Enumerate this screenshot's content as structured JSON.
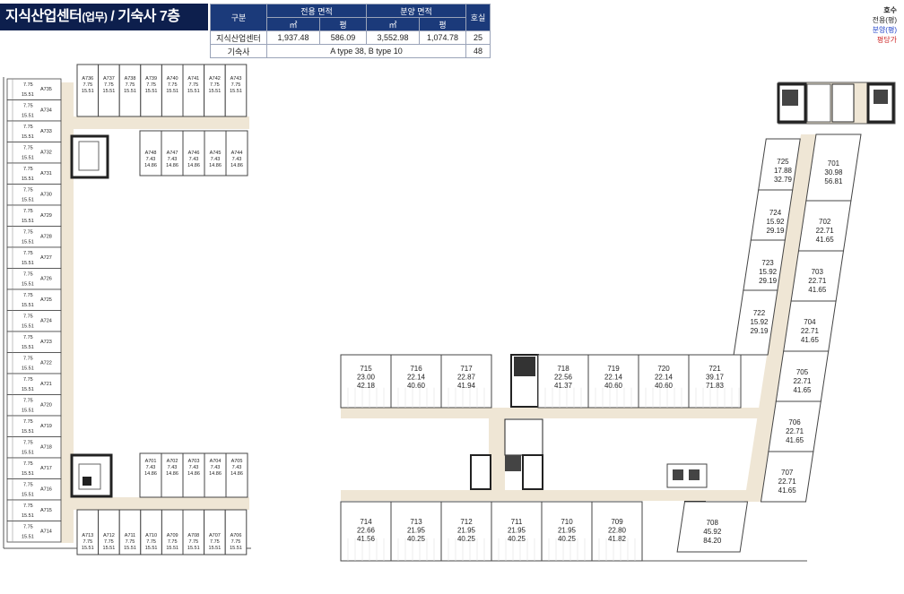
{
  "title": {
    "main": "지식산업센터",
    "sub": "(업무)",
    "rest": " / 기숙사 7층"
  },
  "summary": {
    "headers": {
      "category": "구분",
      "exclusive_area": "전용 면적",
      "sale_area": "분양 면적",
      "rooms": "호실",
      "sqm": "㎡",
      "pyeong": "평"
    },
    "rows": [
      {
        "label": "지식산업센터",
        "ex_sqm": "1,937.48",
        "ex_py": "586.09",
        "sale_sqm": "3,552.98",
        "sale_py": "1,074.78",
        "rooms": "25"
      },
      {
        "label": "기숙사",
        "merged": "A type 38, B type 10",
        "rooms": "48"
      }
    ]
  },
  "legend": {
    "line1": "호수",
    "line2": "전용(평)",
    "line3": "분양(평)",
    "line4": "평당가"
  },
  "colors": {
    "title_bg": "#0d1f4d",
    "header_bg": "#1b3a7a",
    "corridor": "#efe6d5",
    "wall": "#555555",
    "legend_blue": "#1a3cc7",
    "legend_red": "#cc2222"
  },
  "dorm_top": [
    {
      "id": "A736",
      "a": "7.75",
      "b": "15.51"
    },
    {
      "id": "A737",
      "a": "7.75",
      "b": "15.51"
    },
    {
      "id": "A738",
      "a": "7.75",
      "b": "15.51"
    },
    {
      "id": "A739",
      "a": "7.75",
      "b": "15.51"
    },
    {
      "id": "A740",
      "a": "7.75",
      "b": "15.51"
    },
    {
      "id": "A741",
      "a": "7.75",
      "b": "15.51"
    },
    {
      "id": "A742",
      "a": "7.75",
      "b": "15.51"
    },
    {
      "id": "A743",
      "a": "7.75",
      "b": "15.51"
    }
  ],
  "dorm_b_top": [
    {
      "id": "A748",
      "a": "7.43",
      "b": "14.86"
    },
    {
      "id": "A747",
      "a": "7.43",
      "b": "14.86"
    },
    {
      "id": "A746",
      "a": "7.43",
      "b": "14.86"
    },
    {
      "id": "A745",
      "a": "7.43",
      "b": "14.86"
    },
    {
      "id": "A744",
      "a": "7.43",
      "b": "14.86"
    }
  ],
  "dorm_b_bottom": [
    {
      "id": "A701",
      "a": "7.43",
      "b": "14.86"
    },
    {
      "id": "A702",
      "a": "7.43",
      "b": "14.86"
    },
    {
      "id": "A703",
      "a": "7.43",
      "b": "14.86"
    },
    {
      "id": "A704",
      "a": "7.43",
      "b": "14.86"
    },
    {
      "id": "A705",
      "a": "7.43",
      "b": "14.86"
    }
  ],
  "dorm_bottom": [
    {
      "id": "A713",
      "a": "7.75",
      "b": "15.51"
    },
    {
      "id": "A712",
      "a": "7.75",
      "b": "15.51"
    },
    {
      "id": "A711",
      "a": "7.75",
      "b": "15.51"
    },
    {
      "id": "A710",
      "a": "7.75",
      "b": "15.51"
    },
    {
      "id": "A709",
      "a": "7.75",
      "b": "15.51"
    },
    {
      "id": "A708",
      "a": "7.75",
      "b": "15.51"
    },
    {
      "id": "A707",
      "a": "7.75",
      "b": "15.51"
    },
    {
      "id": "A706",
      "a": "7.75",
      "b": "15.51"
    }
  ],
  "dorm_left": [
    {
      "id": "A735",
      "a": "7.75",
      "b": "15.51"
    },
    {
      "id": "A734",
      "a": "7.75",
      "b": "15.51"
    },
    {
      "id": "A733",
      "a": "7.75",
      "b": "15.51"
    },
    {
      "id": "A732",
      "a": "7.75",
      "b": "15.51"
    },
    {
      "id": "A731",
      "a": "7.75",
      "b": "15.51"
    },
    {
      "id": "A730",
      "a": "7.75",
      "b": "15.51"
    },
    {
      "id": "A729",
      "a": "7.75",
      "b": "15.51"
    },
    {
      "id": "A728",
      "a": "7.75",
      "b": "15.51"
    },
    {
      "id": "A727",
      "a": "7.75",
      "b": "15.51"
    },
    {
      "id": "A726",
      "a": "7.75",
      "b": "15.51"
    },
    {
      "id": "A725",
      "a": "7.75",
      "b": "15.51"
    },
    {
      "id": "A724",
      "a": "7.75",
      "b": "15.51"
    },
    {
      "id": "A723",
      "a": "7.75",
      "b": "15.51"
    },
    {
      "id": "A722",
      "a": "7.75",
      "b": "15.51"
    },
    {
      "id": "A721",
      "a": "7.75",
      "b": "15.51"
    },
    {
      "id": "A720",
      "a": "7.75",
      "b": "15.51"
    },
    {
      "id": "A719",
      "a": "7.75",
      "b": "15.51"
    },
    {
      "id": "A718",
      "a": "7.75",
      "b": "15.51"
    },
    {
      "id": "A717",
      "a": "7.75",
      "b": "15.51"
    },
    {
      "id": "A716",
      "a": "7.75",
      "b": "15.51"
    },
    {
      "id": "A715",
      "a": "7.75",
      "b": "15.51"
    },
    {
      "id": "A714",
      "a": "7.75",
      "b": "15.51"
    }
  ],
  "office_top": [
    {
      "id": "715",
      "a": "23.00",
      "b": "42.18"
    },
    {
      "id": "716",
      "a": "22.14",
      "b": "40.60"
    },
    {
      "id": "717",
      "a": "22.87",
      "b": "41.94"
    },
    {
      "id": "718",
      "a": "22.56",
      "b": "41.37"
    },
    {
      "id": "719",
      "a": "22.14",
      "b": "40.60"
    },
    {
      "id": "720",
      "a": "22.14",
      "b": "40.60"
    },
    {
      "id": "721",
      "a": "39.17",
      "b": "71.83"
    }
  ],
  "office_bottom": [
    {
      "id": "714",
      "a": "22.66",
      "b": "41.56"
    },
    {
      "id": "713",
      "a": "21.95",
      "b": "40.25"
    },
    {
      "id": "712",
      "a": "21.95",
      "b": "40.25"
    },
    {
      "id": "711",
      "a": "21.95",
      "b": "40.25"
    },
    {
      "id": "710",
      "a": "21.95",
      "b": "40.25"
    },
    {
      "id": "709",
      "a": "22.80",
      "b": "41.82"
    }
  ],
  "office_wing_left": [
    {
      "id": "725",
      "a": "17.88",
      "b": "32.79"
    },
    {
      "id": "724",
      "a": "15.92",
      "b": "29.19"
    },
    {
      "id": "723",
      "a": "15.92",
      "b": "29.19"
    },
    {
      "id": "722",
      "a": "15.92",
      "b": "29.19"
    }
  ],
  "office_wing_right": [
    {
      "id": "701",
      "a": "30.98",
      "b": "56.81"
    },
    {
      "id": "702",
      "a": "22.71",
      "b": "41.65"
    },
    {
      "id": "703",
      "a": "22.71",
      "b": "41.65"
    },
    {
      "id": "704",
      "a": "22.71",
      "b": "41.65"
    },
    {
      "id": "705",
      "a": "22.71",
      "b": "41.65"
    },
    {
      "id": "706",
      "a": "22.71",
      "b": "41.65"
    },
    {
      "id": "707",
      "a": "22.71",
      "b": "41.65"
    },
    {
      "id": "708",
      "a": "45.92",
      "b": "84.20"
    }
  ]
}
